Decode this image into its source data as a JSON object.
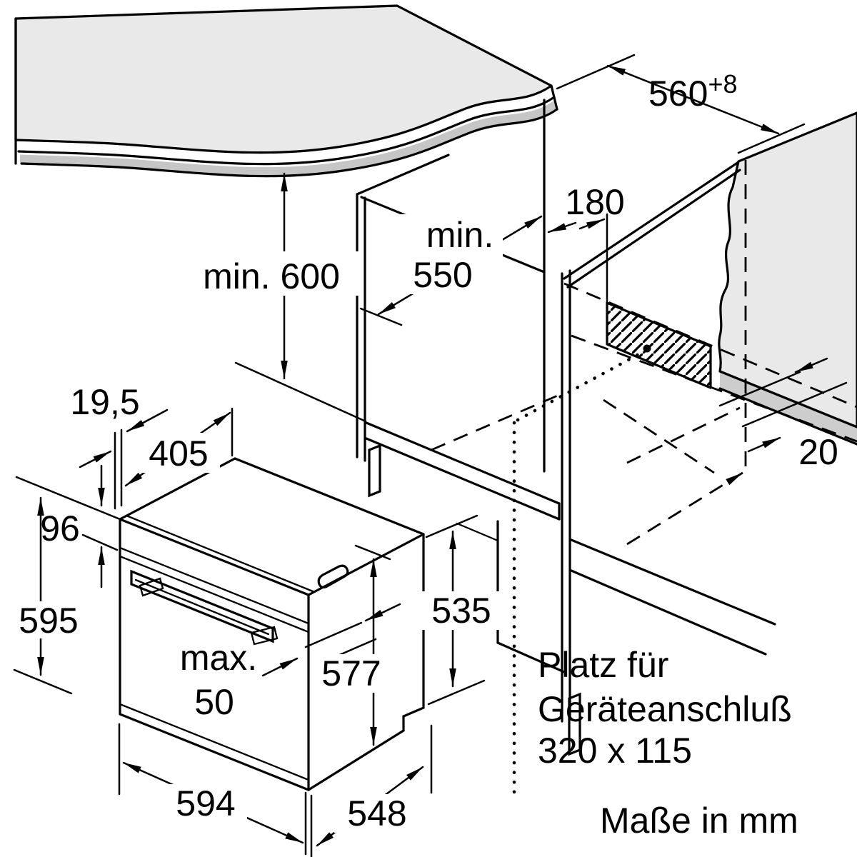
{
  "title": "Einbauskizze Backofen",
  "dims": {
    "min600": "min. 600",
    "d560": "560",
    "d560sup": "+8",
    "min550a": "min.",
    "min550b": "550",
    "d180": "180",
    "d20": "20",
    "d195": "19,5",
    "d405": "405",
    "d96": "96",
    "d595": "595",
    "max50a": "max.",
    "max50b": "50",
    "d577": "577",
    "d535": "535",
    "d594": "594",
    "d548": "548"
  },
  "notes": {
    "platz1": "Platz für",
    "platz2": "Geräteanschluß",
    "platz3": "320 x 115",
    "unit": "Maße in mm"
  },
  "colors": {
    "surface": "#e9e9e9",
    "edge_strip": "#c6c6c6",
    "line": "#000000",
    "background": "#ffffff"
  }
}
